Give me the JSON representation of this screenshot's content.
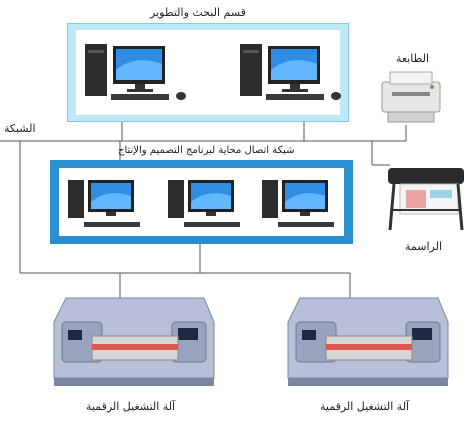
{
  "labels": {
    "rd_dept": "قسم البحث والتطوير",
    "printer": "الطابعة",
    "network": "الشبكة",
    "design_net": "شبكة اتصال محاية لبرنامج التصميم والإنتاج",
    "plotter": "الراسمة",
    "cnc_left": "آلة التشغيل الرقمية",
    "cnc_right": "آلة التشغيل الرقمية"
  }
}
